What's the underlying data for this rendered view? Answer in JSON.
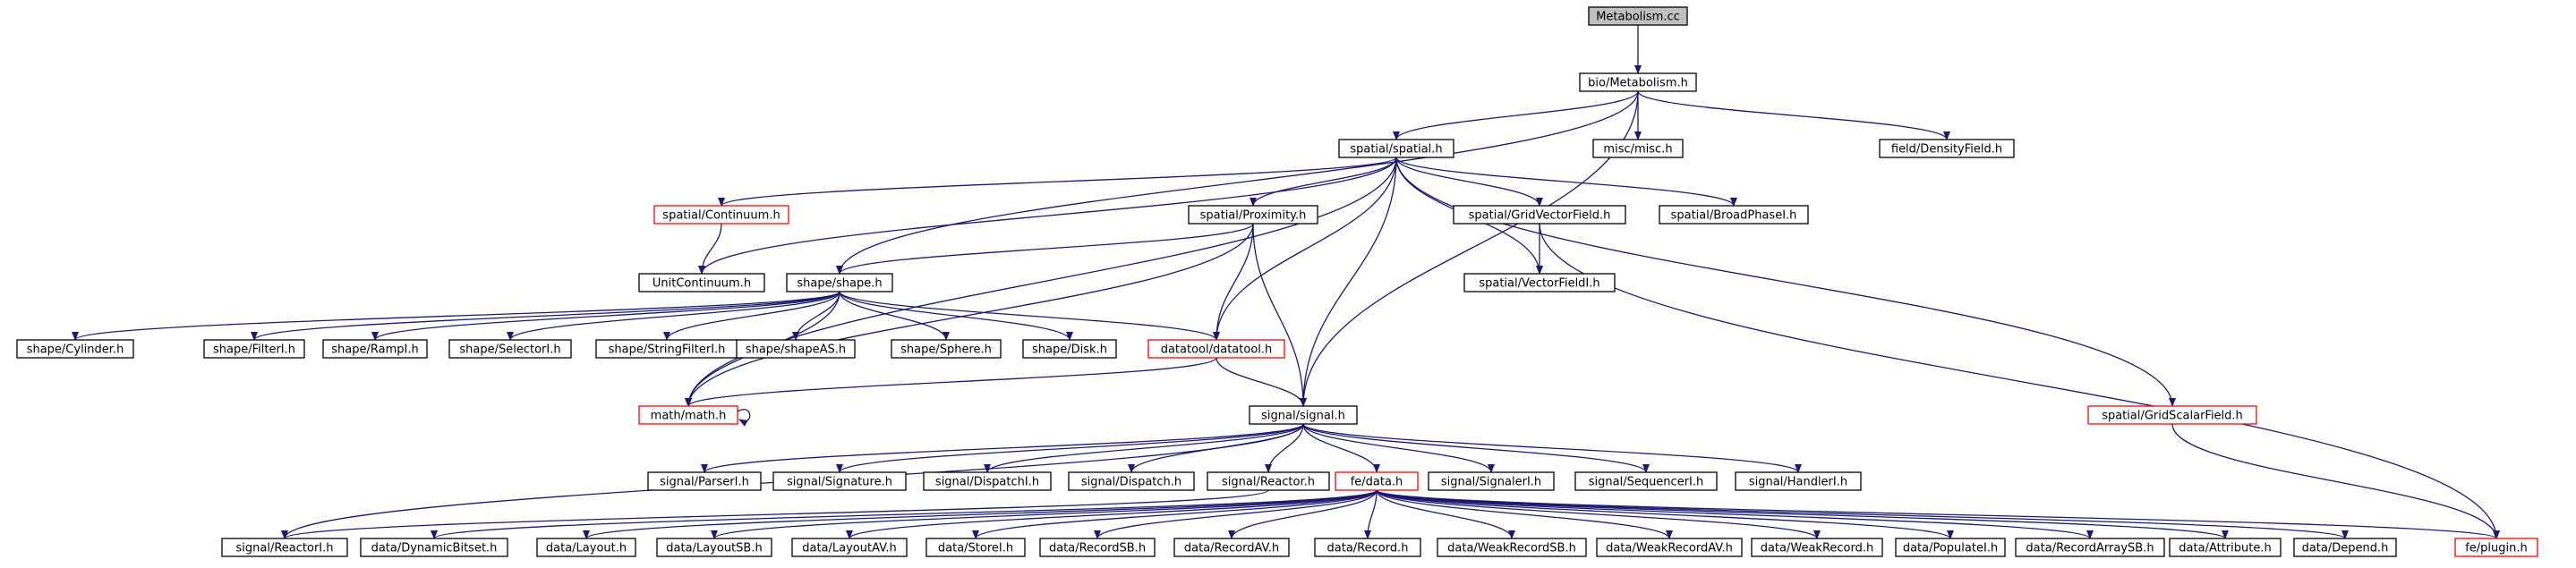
{
  "colors": {
    "edge": "#191970",
    "node_border": "#000000",
    "node_border_truncated": "#ff0000",
    "root_fill": "#bfbfbf",
    "node_fill": "#ffffff"
  },
  "graph": {
    "nodes": [
      {
        "id": "root",
        "label": "Metabolism.cc",
        "style": "root"
      },
      {
        "id": "bio_metabolism",
        "label": "bio/Metabolism.h",
        "style": "normal"
      },
      {
        "id": "spatial_spatial",
        "label": "spatial/spatial.h",
        "style": "normal"
      },
      {
        "id": "misc_misc",
        "label": "misc/misc.h",
        "style": "normal"
      },
      {
        "id": "field_density",
        "label": "field/DensityField.h",
        "style": "normal"
      },
      {
        "id": "spatial_continuum",
        "label": "spatial/Continuum.h",
        "style": "truncated"
      },
      {
        "id": "spatial_proximity",
        "label": "spatial/Proximity.h",
        "style": "normal"
      },
      {
        "id": "spatial_gridvector",
        "label": "spatial/GridVectorField.h",
        "style": "normal"
      },
      {
        "id": "spatial_broadphase",
        "label": "spatial/BroadPhaseI.h",
        "style": "normal"
      },
      {
        "id": "unit_continuum",
        "label": "UnitContinuum.h",
        "style": "normal"
      },
      {
        "id": "shape_shape",
        "label": "shape/shape.h",
        "style": "normal"
      },
      {
        "id": "spatial_vectorfieldi",
        "label": "spatial/VectorFieldI.h",
        "style": "normal"
      },
      {
        "id": "shape_cylinder",
        "label": "shape/Cylinder.h",
        "style": "normal"
      },
      {
        "id": "shape_filteri",
        "label": "shape/FilterI.h",
        "style": "normal"
      },
      {
        "id": "shape_rampi",
        "label": "shape/RampI.h",
        "style": "normal"
      },
      {
        "id": "shape_selectori",
        "label": "shape/SelectorI.h",
        "style": "normal"
      },
      {
        "id": "shape_stringfilteri",
        "label": "shape/StringFilterI.h",
        "style": "normal"
      },
      {
        "id": "shape_shapeas",
        "label": "shape/shapeAS.h",
        "style": "normal"
      },
      {
        "id": "shape_sphere",
        "label": "shape/Sphere.h",
        "style": "normal"
      },
      {
        "id": "shape_disk",
        "label": "shape/Disk.h",
        "style": "normal"
      },
      {
        "id": "datatool",
        "label": "datatool/datatool.h",
        "style": "truncated"
      },
      {
        "id": "math_math",
        "label": "math/math.h",
        "style": "truncated"
      },
      {
        "id": "signal_signal",
        "label": "signal/signal.h",
        "style": "normal"
      },
      {
        "id": "spatial_gridscalar",
        "label": "spatial/GridScalarField.h",
        "style": "truncated"
      },
      {
        "id": "signal_parseri",
        "label": "signal/ParserI.h",
        "style": "normal"
      },
      {
        "id": "signal_signature",
        "label": "signal/Signature.h",
        "style": "normal"
      },
      {
        "id": "signal_dispatchi",
        "label": "signal/DispatchI.h",
        "style": "normal"
      },
      {
        "id": "signal_dispatch",
        "label": "signal/Dispatch.h",
        "style": "normal"
      },
      {
        "id": "signal_reactor",
        "label": "signal/Reactor.h",
        "style": "normal"
      },
      {
        "id": "fe_data",
        "label": "fe/data.h",
        "style": "truncated"
      },
      {
        "id": "signal_signaleri",
        "label": "signal/SignalerI.h",
        "style": "normal"
      },
      {
        "id": "signal_sequenceri",
        "label": "signal/SequencerI.h",
        "style": "normal"
      },
      {
        "id": "signal_handleri",
        "label": "signal/HandlerI.h",
        "style": "normal"
      },
      {
        "id": "signal_reactori",
        "label": "signal/ReactorI.h",
        "style": "normal"
      },
      {
        "id": "data_dynamicbitset",
        "label": "data/DynamicBitset.h",
        "style": "normal"
      },
      {
        "id": "data_layout",
        "label": "data/Layout.h",
        "style": "normal"
      },
      {
        "id": "data_layoutsb",
        "label": "data/LayoutSB.h",
        "style": "normal"
      },
      {
        "id": "data_layoutav",
        "label": "data/LayoutAV.h",
        "style": "normal"
      },
      {
        "id": "data_storei",
        "label": "data/StoreI.h",
        "style": "normal"
      },
      {
        "id": "data_recordsb",
        "label": "data/RecordSB.h",
        "style": "normal"
      },
      {
        "id": "data_recordav",
        "label": "data/RecordAV.h",
        "style": "normal"
      },
      {
        "id": "data_record",
        "label": "data/Record.h",
        "style": "normal"
      },
      {
        "id": "data_weakrecordsb",
        "label": "data/WeakRecordSB.h",
        "style": "normal"
      },
      {
        "id": "data_weakrecordav",
        "label": "data/WeakRecordAV.h",
        "style": "normal"
      },
      {
        "id": "data_weakrecord",
        "label": "data/WeakRecord.h",
        "style": "normal"
      },
      {
        "id": "data_populatei",
        "label": "data/PopulateI.h",
        "style": "normal"
      },
      {
        "id": "data_recordarraysb",
        "label": "data/RecordArraySB.h",
        "style": "normal"
      },
      {
        "id": "data_attribute",
        "label": "data/Attribute.h",
        "style": "normal"
      },
      {
        "id": "data_depend",
        "label": "data/Depend.h",
        "style": "normal"
      },
      {
        "id": "fe_plugin",
        "label": "fe/plugin.h",
        "style": "truncated"
      }
    ],
    "edges": [
      [
        "root",
        "bio_metabolism"
      ],
      [
        "bio_metabolism",
        "spatial_spatial"
      ],
      [
        "bio_metabolism",
        "misc_misc"
      ],
      [
        "bio_metabolism",
        "field_density"
      ],
      [
        "bio_metabolism",
        "shape_shape"
      ],
      [
        "bio_metabolism",
        "signal_signal"
      ],
      [
        "spatial_spatial",
        "spatial_continuum"
      ],
      [
        "spatial_spatial",
        "spatial_proximity"
      ],
      [
        "spatial_spatial",
        "spatial_gridvector"
      ],
      [
        "spatial_spatial",
        "spatial_broadphase"
      ],
      [
        "spatial_spatial",
        "unit_continuum"
      ],
      [
        "spatial_spatial",
        "spatial_vectorfieldi"
      ],
      [
        "spatial_spatial",
        "datatool"
      ],
      [
        "spatial_spatial",
        "math_math"
      ],
      [
        "spatial_spatial",
        "signal_signal"
      ],
      [
        "spatial_spatial",
        "spatial_gridscalar"
      ],
      [
        "spatial_continuum",
        "unit_continuum"
      ],
      [
        "spatial_proximity",
        "shape_shape"
      ],
      [
        "spatial_proximity",
        "datatool"
      ],
      [
        "spatial_proximity",
        "signal_signal"
      ],
      [
        "spatial_proximity",
        "math_math"
      ],
      [
        "spatial_gridvector",
        "spatial_vectorfieldi"
      ],
      [
        "spatial_gridvector",
        "fe_plugin"
      ],
      [
        "shape_shape",
        "shape_cylinder"
      ],
      [
        "shape_shape",
        "shape_filteri"
      ],
      [
        "shape_shape",
        "shape_rampi"
      ],
      [
        "shape_shape",
        "shape_selectori"
      ],
      [
        "shape_shape",
        "shape_stringfilteri"
      ],
      [
        "shape_shape",
        "shape_shapeas"
      ],
      [
        "shape_shape",
        "shape_sphere"
      ],
      [
        "shape_shape",
        "shape_disk"
      ],
      [
        "shape_shape",
        "datatool"
      ],
      [
        "shape_shape",
        "math_math"
      ],
      [
        "datatool",
        "math_math"
      ],
      [
        "datatool",
        "signal_signal"
      ],
      [
        "math_math",
        "math_math"
      ],
      [
        "spatial_gridscalar",
        "fe_plugin"
      ],
      [
        "signal_signal",
        "signal_parseri"
      ],
      [
        "signal_signal",
        "signal_signature"
      ],
      [
        "signal_signal",
        "signal_dispatchi"
      ],
      [
        "signal_signal",
        "signal_dispatch"
      ],
      [
        "signal_signal",
        "signal_reactor"
      ],
      [
        "signal_signal",
        "fe_data"
      ],
      [
        "signal_signal",
        "signal_signaleri"
      ],
      [
        "signal_signal",
        "signal_sequenceri"
      ],
      [
        "signal_signal",
        "signal_handleri"
      ],
      [
        "signal_signal",
        "signal_reactori"
      ],
      [
        "signal_reactor",
        "signal_reactori"
      ],
      [
        "fe_data",
        "data_dynamicbitset"
      ],
      [
        "fe_data",
        "data_layout"
      ],
      [
        "fe_data",
        "data_layoutsb"
      ],
      [
        "fe_data",
        "data_layoutav"
      ],
      [
        "fe_data",
        "data_storei"
      ],
      [
        "fe_data",
        "data_recordsb"
      ],
      [
        "fe_data",
        "data_recordav"
      ],
      [
        "fe_data",
        "data_record"
      ],
      [
        "fe_data",
        "data_weakrecordsb"
      ],
      [
        "fe_data",
        "data_weakrecordav"
      ],
      [
        "fe_data",
        "data_weakrecord"
      ],
      [
        "fe_data",
        "data_populatei"
      ],
      [
        "fe_data",
        "data_recordarraysb"
      ],
      [
        "fe_data",
        "data_attribute"
      ],
      [
        "fe_data",
        "data_depend"
      ],
      [
        "fe_data",
        "fe_plugin"
      ]
    ]
  }
}
